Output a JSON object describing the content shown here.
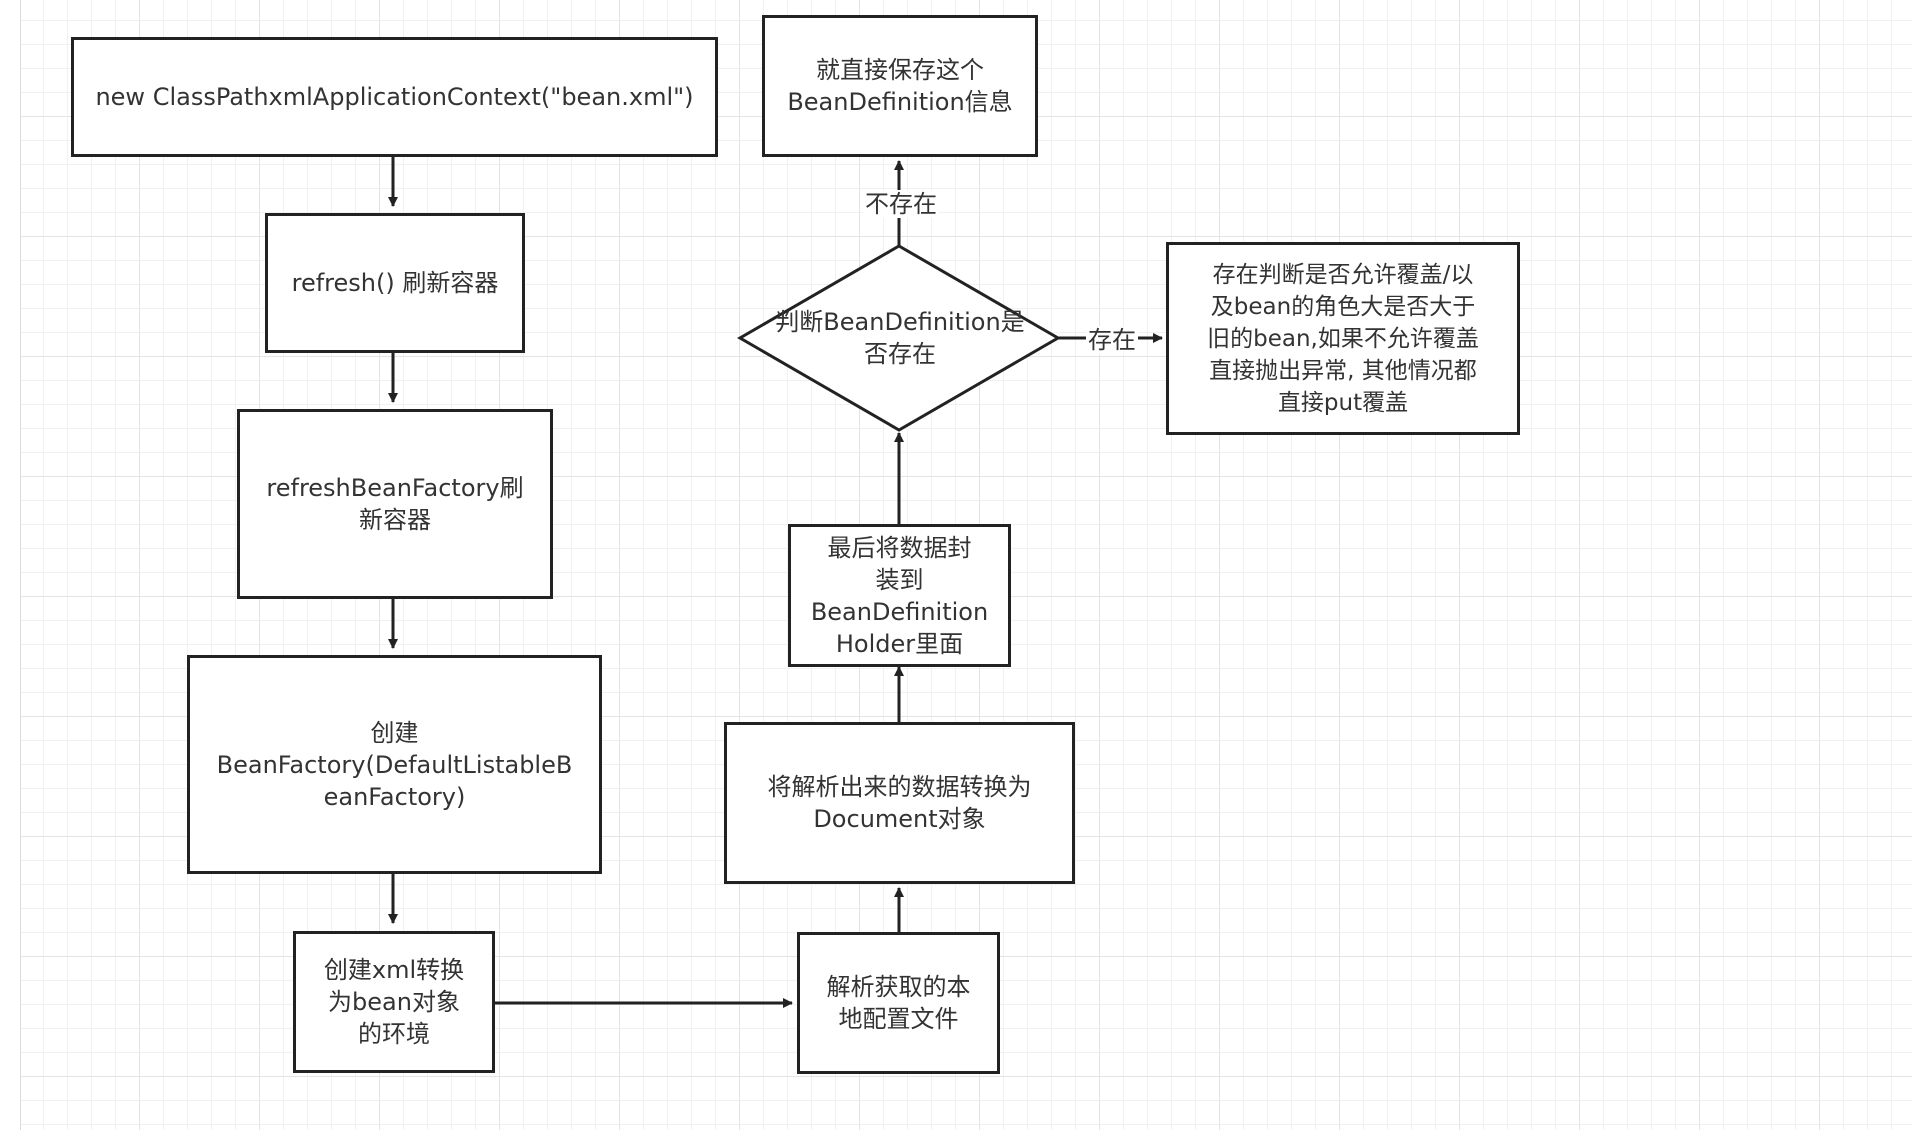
{
  "nodes": {
    "new_context": "new ClassPathxmlApplicationContext(\"bean.xml\")",
    "refresh": "refresh() 刷新容器",
    "refresh_bean_factory": "refreshBeanFactory刷\n新容器",
    "create_bean_factory": "创建\nBeanFactory(DefaultListableB\neanFactory)",
    "create_xml_env": "创建xml转换\n为bean对象\n的环境",
    "parse_local_config": "解析获取的本\n地配置文件",
    "convert_document": "将解析出来的数据转换为\nDocument对象",
    "wrap_holder": "最后将数据封\n装到\nBeanDefinition\nHolder里面",
    "judge_exists": "判断BeanDefinition是\n否存在",
    "save_definition": "就直接保存这个\nBeanDefinition信息",
    "exists_handling": "存在判断是否允许覆盖/以\n及bean的角色大是否大于\n旧的bean,如果不允许覆盖\n直接抛出异常, 其他情况都\n直接put覆盖"
  },
  "edge_labels": {
    "not_exists": "不存在",
    "exists": "存在"
  },
  "colors": {
    "stroke": "#222222",
    "text": "#333333",
    "grid": "#e4e4e4"
  }
}
